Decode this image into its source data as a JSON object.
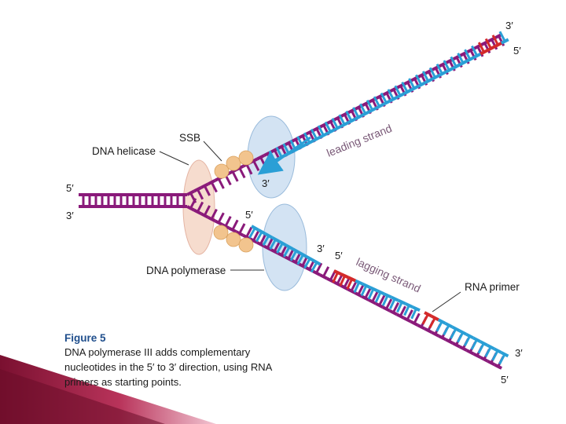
{
  "labels": {
    "ssb": "SSB",
    "dna_helicase": "DNA helicase",
    "dna_polymerase": "DNA polymerase",
    "leading_strand": "leading strand",
    "lagging_strand": "lagging strand",
    "rna_primer": "RNA primer"
  },
  "ends": {
    "top_right_3": "3′",
    "top_right_5": "5′",
    "left_5": "5′",
    "left_3": "3′",
    "leading_3": "3′",
    "lagging_5_mid": "5′",
    "lagging_3": "3′",
    "lagging_5": "5′",
    "bottom_right_3": "3′",
    "bottom_right_5": "5′"
  },
  "caption": {
    "figure": "Figure 5",
    "line1": "DNA polymerase III adds complementary",
    "line2": "nucleotides in the 5′ to 3′ direction, using RNA",
    "line3": "primers as starting points."
  },
  "colors": {
    "parental_strand": "#8a1a7a",
    "new_strand": "#2a9fd6",
    "rna_primer": "#d42a2a",
    "helicase": "#f5d6c6",
    "ssb": "#f2c48e",
    "polymerase": "#cfe0f2",
    "caption_title": "#1f4e8c",
    "slide_accent": "#9b1c3e"
  }
}
